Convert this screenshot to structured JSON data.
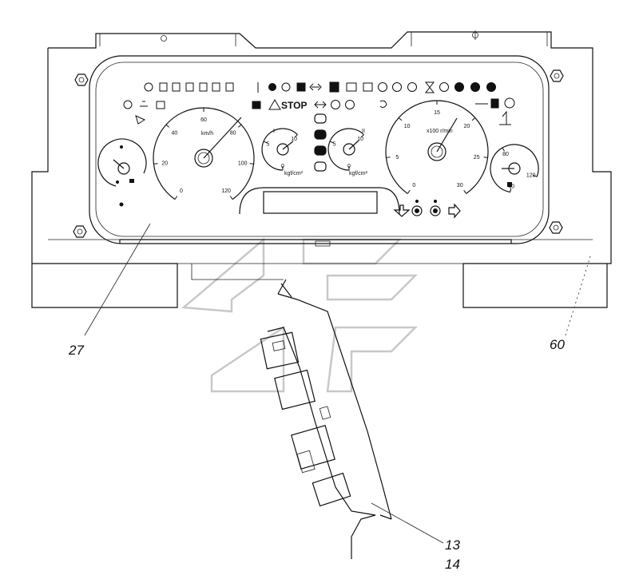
{
  "callouts": {
    "c27": "27",
    "c60": "60",
    "c13": "13",
    "c14": "14"
  },
  "panel": {
    "stop_text": "STOP"
  },
  "gauges": {
    "speedometer": {
      "ticks": [
        "0",
        "20",
        "40",
        "60",
        "80",
        "100",
        "120"
      ],
      "unit": "km/h"
    },
    "tachometer": {
      "ticks": [
        "0",
        "5",
        "10",
        "15",
        "20",
        "25",
        "30"
      ],
      "unit": "x100 r/min"
    },
    "pressure_gauge_1": {
      "roman": "I",
      "ticks": [
        "0",
        "5",
        "10"
      ],
      "unit": "kgf/cm²"
    },
    "pressure_gauge_2": {
      "roman": "II",
      "ticks": [
        "0",
        "5",
        "10"
      ],
      "unit": "kgf/cm²"
    },
    "temp_gauge": {
      "ticks": [
        "40",
        "80",
        "120"
      ]
    }
  }
}
